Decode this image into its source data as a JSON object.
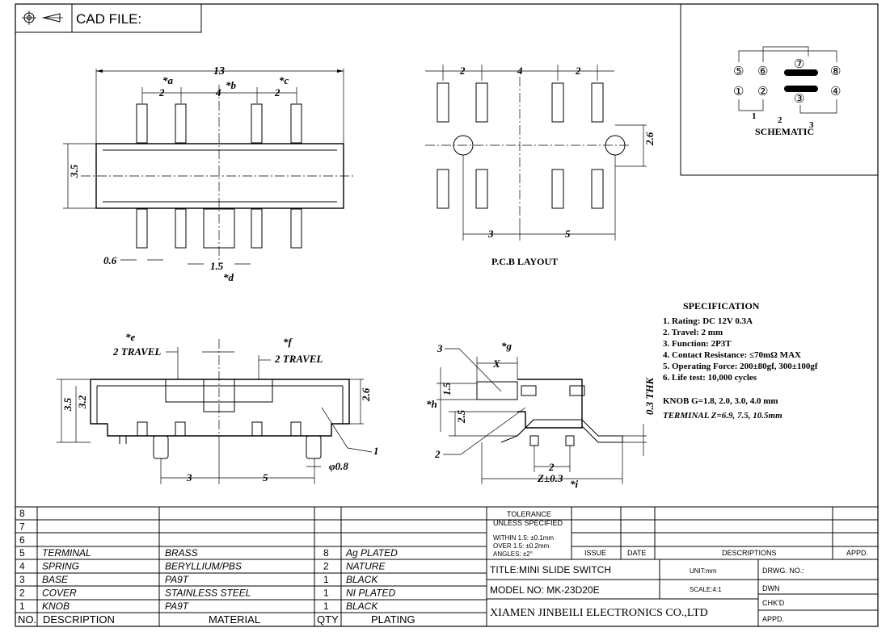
{
  "header": {
    "cad_label": "CAD FILE:"
  },
  "icons": {
    "projection_symbol": "crosshair-projection-icon"
  },
  "top_view": {
    "dim_overall": "13",
    "dim_a": "2",
    "label_a": "*a",
    "dim_b": "4",
    "label_b": "*b",
    "dim_c": "2",
    "label_c": "*c",
    "dim_height": "3.5",
    "dim_pin": "0.6",
    "dim_knob": "1.5",
    "label_d": "*d"
  },
  "pcb": {
    "dim_top_left": "2",
    "dim_top_mid": "4",
    "dim_top_right": "2",
    "dim_side": "2.6",
    "dim_bottom_left": "3",
    "dim_bottom_right": "5",
    "title": "P.C.B LAYOUT"
  },
  "schematic": {
    "pins_top": [
      "⑤",
      "⑥",
      "⑦",
      "⑧"
    ],
    "pins_bottom": [
      "①",
      "②",
      "③",
      "④"
    ],
    "nums": [
      "1",
      "2",
      "3"
    ],
    "title": "SCHEMATIC"
  },
  "front_view": {
    "label_e": "*e",
    "label_f": "*f",
    "travel_left": "2 TRAVEL",
    "travel_right": "2 TRAVEL",
    "dim_35": "3.5",
    "dim_32": "3.2",
    "dim_26": "2.6",
    "dim_3": "3",
    "dim_5": "5",
    "dim_phi": "φ0.8",
    "callout_1": "1"
  },
  "side_view": {
    "callout_3": "3",
    "callout_2": "2",
    "label_g": "*g",
    "dim_x": "X",
    "label_h": "*h",
    "dim_15": "1.5",
    "dim_25": "2.5",
    "dim_2": "2",
    "dim_z": "Z±0.3",
    "label_i": "*i",
    "dim_thk": "0.3 THK"
  },
  "specification": {
    "title": "SPECIFICATION",
    "items": [
      "1. Rating: DC 12V 0.3A",
      "2. Travel: 2 mm",
      "3. Function: 2P3T",
      "4. Contact Resistance: ≤70mΩ MAX",
      "5. Operating Force: 200±80gf, 300±100gf",
      "6. Life test: 10,000 cycles"
    ],
    "knob": "KNOB G=1.8, 2.0, 3.0, 4.0 mm",
    "terminal": "TERMINAL Z=6.9, 7.5, 10.5mm"
  },
  "bom": {
    "headers": {
      "no": "NO.",
      "description": "DESCRIPTION",
      "material": "MATERIAL",
      "qty": "QTY",
      "plating": "PLATING"
    },
    "rows": [
      {
        "no": "8",
        "description": "",
        "material": "",
        "qty": "",
        "plating": ""
      },
      {
        "no": "7",
        "description": "",
        "material": "",
        "qty": "",
        "plating": ""
      },
      {
        "no": "6",
        "description": "",
        "material": "",
        "qty": "",
        "plating": ""
      },
      {
        "no": "5",
        "description": "TERMINAL",
        "material": "BRASS",
        "qty": "8",
        "plating": "Ag PLATED"
      },
      {
        "no": "4",
        "description": "SPRING",
        "material": "BERYLLIUM/PBS",
        "qty": "2",
        "plating": "NATURE"
      },
      {
        "no": "3",
        "description": "BASE",
        "material": "PA9T",
        "qty": "1",
        "plating": "BLACK"
      },
      {
        "no": "2",
        "description": "COVER",
        "material": "STAINLESS STEEL",
        "qty": "1",
        "plating": "NI PLATED"
      },
      {
        "no": "1",
        "description": "KNOB",
        "material": "PA9T",
        "qty": "1",
        "plating": "BLACK"
      }
    ]
  },
  "title_block": {
    "tolerance_1": "TOLERANCE",
    "tolerance_2": "UNLESS SPECIFIED",
    "within": "WITHIN 1.5: ±0.1mm",
    "over": "OVER 1.5: ±0.2mm",
    "angles": "ANGLES: ±2°",
    "issue": "ISSUE",
    "date": "DATE",
    "descriptions": "DESCRIPTIONS",
    "appd": "APPD.",
    "title": "TITLE:MINI SLIDE SWITCH",
    "model": "MODEL NO: MK-23D20E",
    "company": "XIAMEN JINBEILI ELECTRONICS CO.,LTD",
    "unit": "UNIT:mm",
    "drwg": "DRWG. NO.:",
    "scale": "SCALE:4:1",
    "dwn": "DWN",
    "chkd": "CHK'D",
    "appd2": "APPD."
  }
}
